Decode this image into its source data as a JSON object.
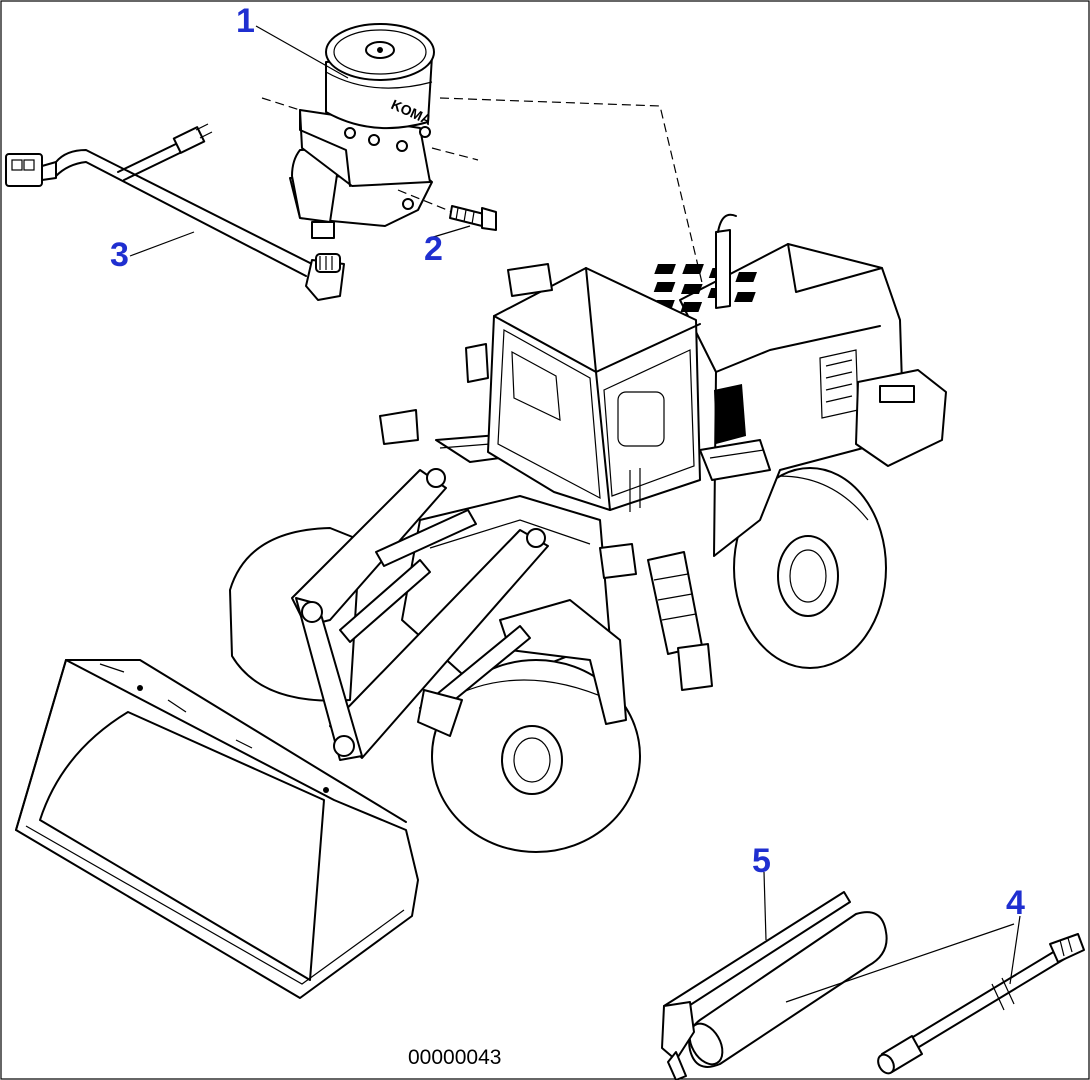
{
  "brand_label": "KOMA",
  "drawing_number": "00000043",
  "callouts": [
    {
      "id": "1"
    },
    {
      "id": "2"
    },
    {
      "id": "3"
    },
    {
      "id": "4"
    },
    {
      "id": "5"
    }
  ]
}
